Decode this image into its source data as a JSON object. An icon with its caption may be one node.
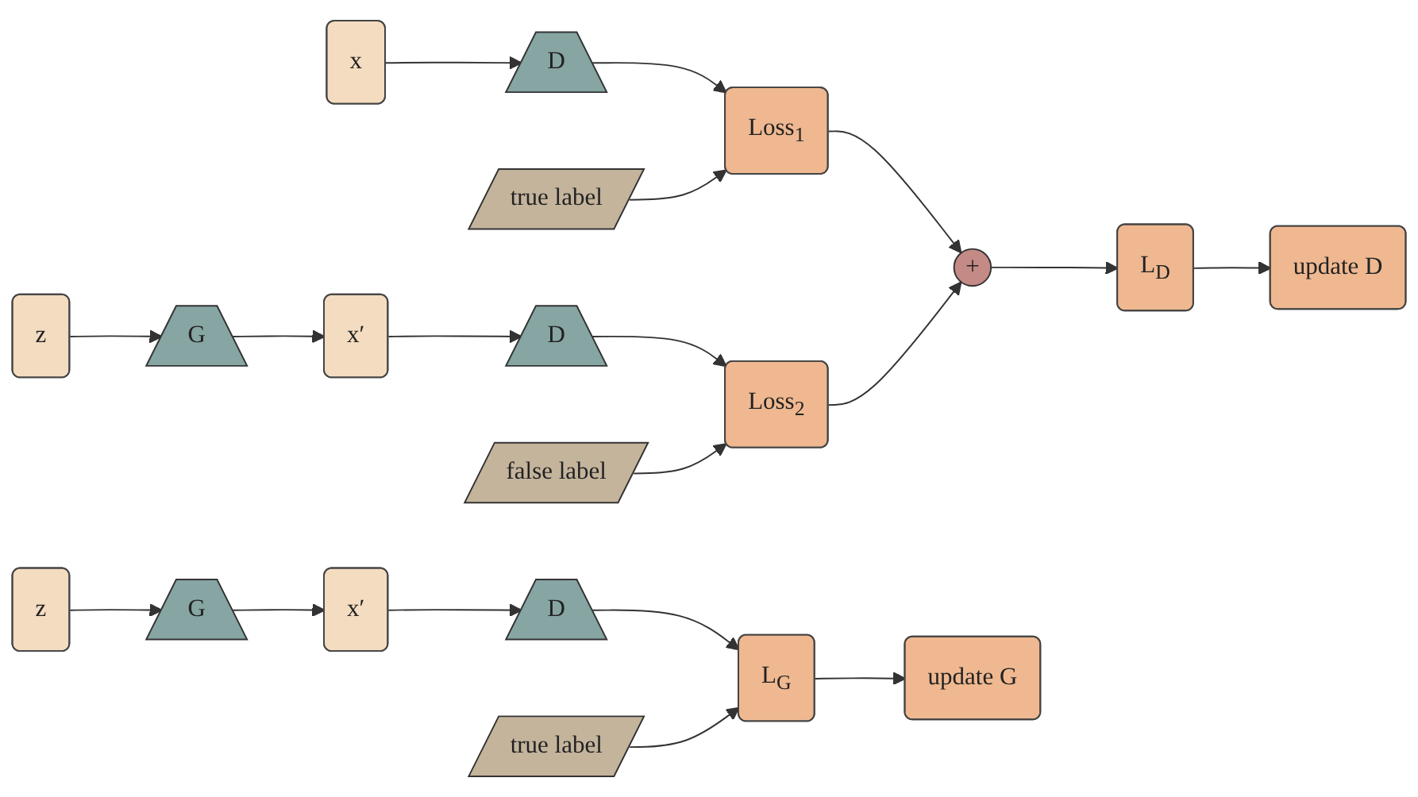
{
  "diagram": {
    "nodes": [
      {
        "text": [
          "x"
        ]
      },
      {
        "text": [
          "D"
        ]
      },
      {
        "text": [
          "true label"
        ]
      },
      {
        "text": [
          "Loss$_{1}$"
        ]
      },
      {
        "text": [
          "+"
        ]
      },
      {
        "text": [
          "L$_{D}$"
        ]
      },
      {
        "text": [
          "update  D"
        ]
      },
      {
        "text": [
          "false label"
        ]
      },
      {
        "text": [
          "z"
        ]
      },
      {
        "text": [
          "G"
        ]
      },
      {
        "text": [
          "x′"
        ]
      },
      {
        "text": [
          "D"
        ]
      },
      {
        "text": [
          "Loss$_{2}$"
        ]
      },
      {
        "text": [
          "true label"
        ]
      },
      {
        "text": [
          "z"
        ]
      },
      {
        "text": [
          "G"
        ]
      },
      {
        "text": [
          "x′"
        ]
      },
      {
        "text": [
          "D"
        ]
      },
      {
        "text": [
          "L$_{G}$"
        ]
      },
      {
        "text": [
          "update  G"
        ]
      }
    ],
    "edges": [
      {
        "from": 0,
        "to": 1,
        "arrow": "to"
      },
      {
        "from": 1,
        "to": 3,
        "arrow": "to"
      },
      {
        "from": 2,
        "to": 3,
        "arrow": "to"
      },
      {
        "from": 3,
        "to": 4,
        "arrow": "to"
      },
      {
        "from": 4,
        "to": 5,
        "arrow": "to"
      },
      {
        "from": 5,
        "to": 6,
        "arrow": "to"
      },
      {
        "from": 8,
        "to": 9,
        "arrow": "to"
      },
      {
        "from": 9,
        "to": 10,
        "arrow": "to"
      },
      {
        "from": 10,
        "to": 11,
        "arrow": "to"
      },
      {
        "from": 11,
        "to": 12,
        "arrow": "to"
      },
      {
        "from": 7,
        "to": 12,
        "arrow": "to"
      },
      {
        "from": 12,
        "to": 4,
        "arrow": "to"
      },
      {
        "from": 14,
        "to": 15,
        "arrow": "to"
      },
      {
        "from": 15,
        "to": 16,
        "arrow": "to"
      },
      {
        "from": 16,
        "to": 17,
        "arrow": "to"
      },
      {
        "from": 17,
        "to": 18,
        "arrow": "to"
      },
      {
        "from": 13,
        "to": 18,
        "arrow": "to"
      },
      {
        "from": 18,
        "to": 19,
        "arrow": "to"
      }
    ]
  }
}
